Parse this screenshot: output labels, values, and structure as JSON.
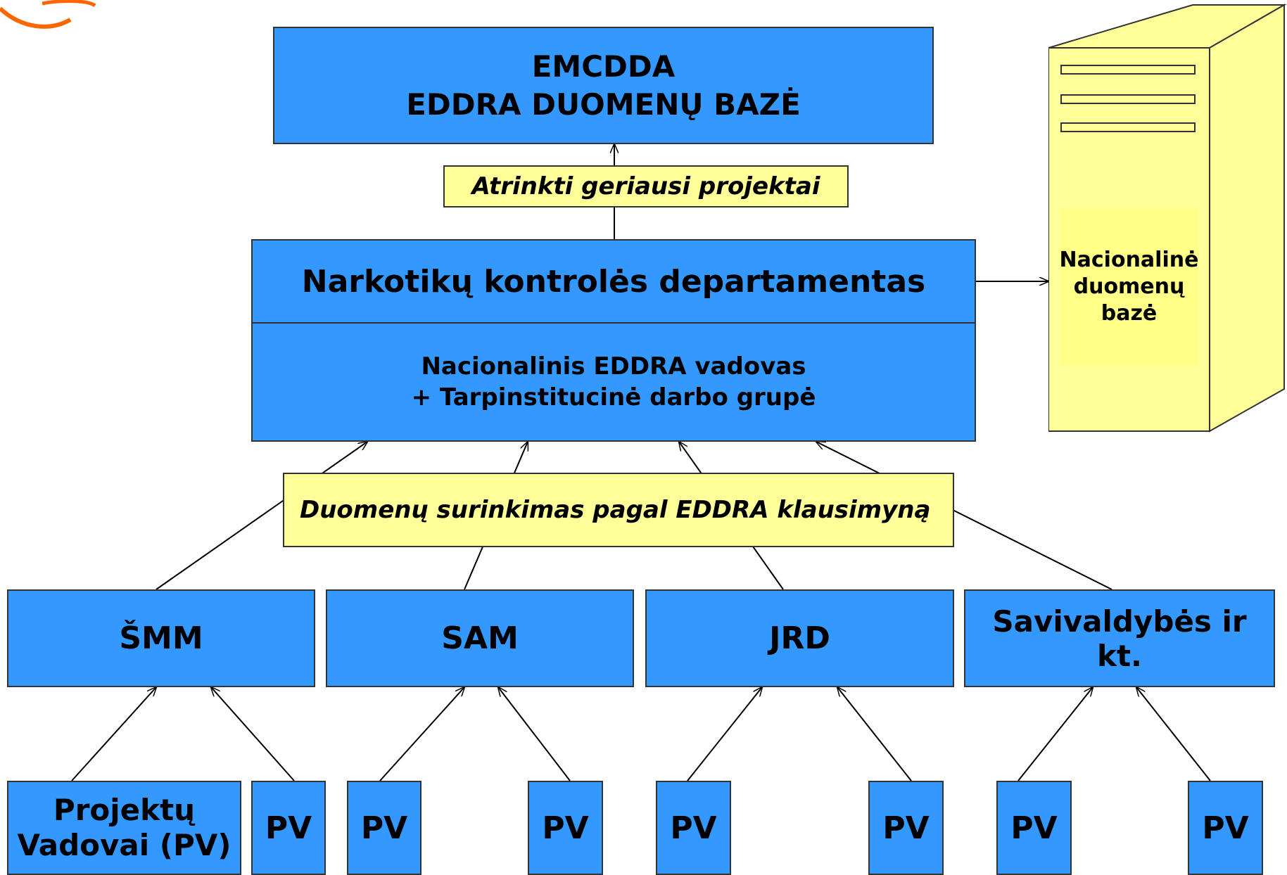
{
  "emcdda": {
    "line1": "EMCDDA",
    "line2": "EDDRA DUOMENŲ BAZĖ"
  },
  "label_top": "Atrinkti geriausi projektai",
  "department": {
    "title": "Narkotikų kontrolės departamentas",
    "line1": "Nacionalinis EDDRA vadovas",
    "line2": "+ Tarpinstitucinė darbo grupė"
  },
  "label_collect": "Duomenų surinkimas pagal EDDRA klausimyną",
  "ministries": [
    "ŠMM",
    "SAM",
    "JRD",
    "Savivaldybės ir kt."
  ],
  "project_leaders": {
    "line1": "Projektų",
    "line2": "Vadovai (PV)"
  },
  "pv": "PV",
  "server": {
    "line1": "Nacionalinė",
    "line2": "duomenų",
    "line3": "bazė"
  },
  "colors": {
    "box_blue": "#3399ff",
    "label_yellow": "#ffff99",
    "server_body": "#ffff99",
    "logo": "#ff6600"
  }
}
